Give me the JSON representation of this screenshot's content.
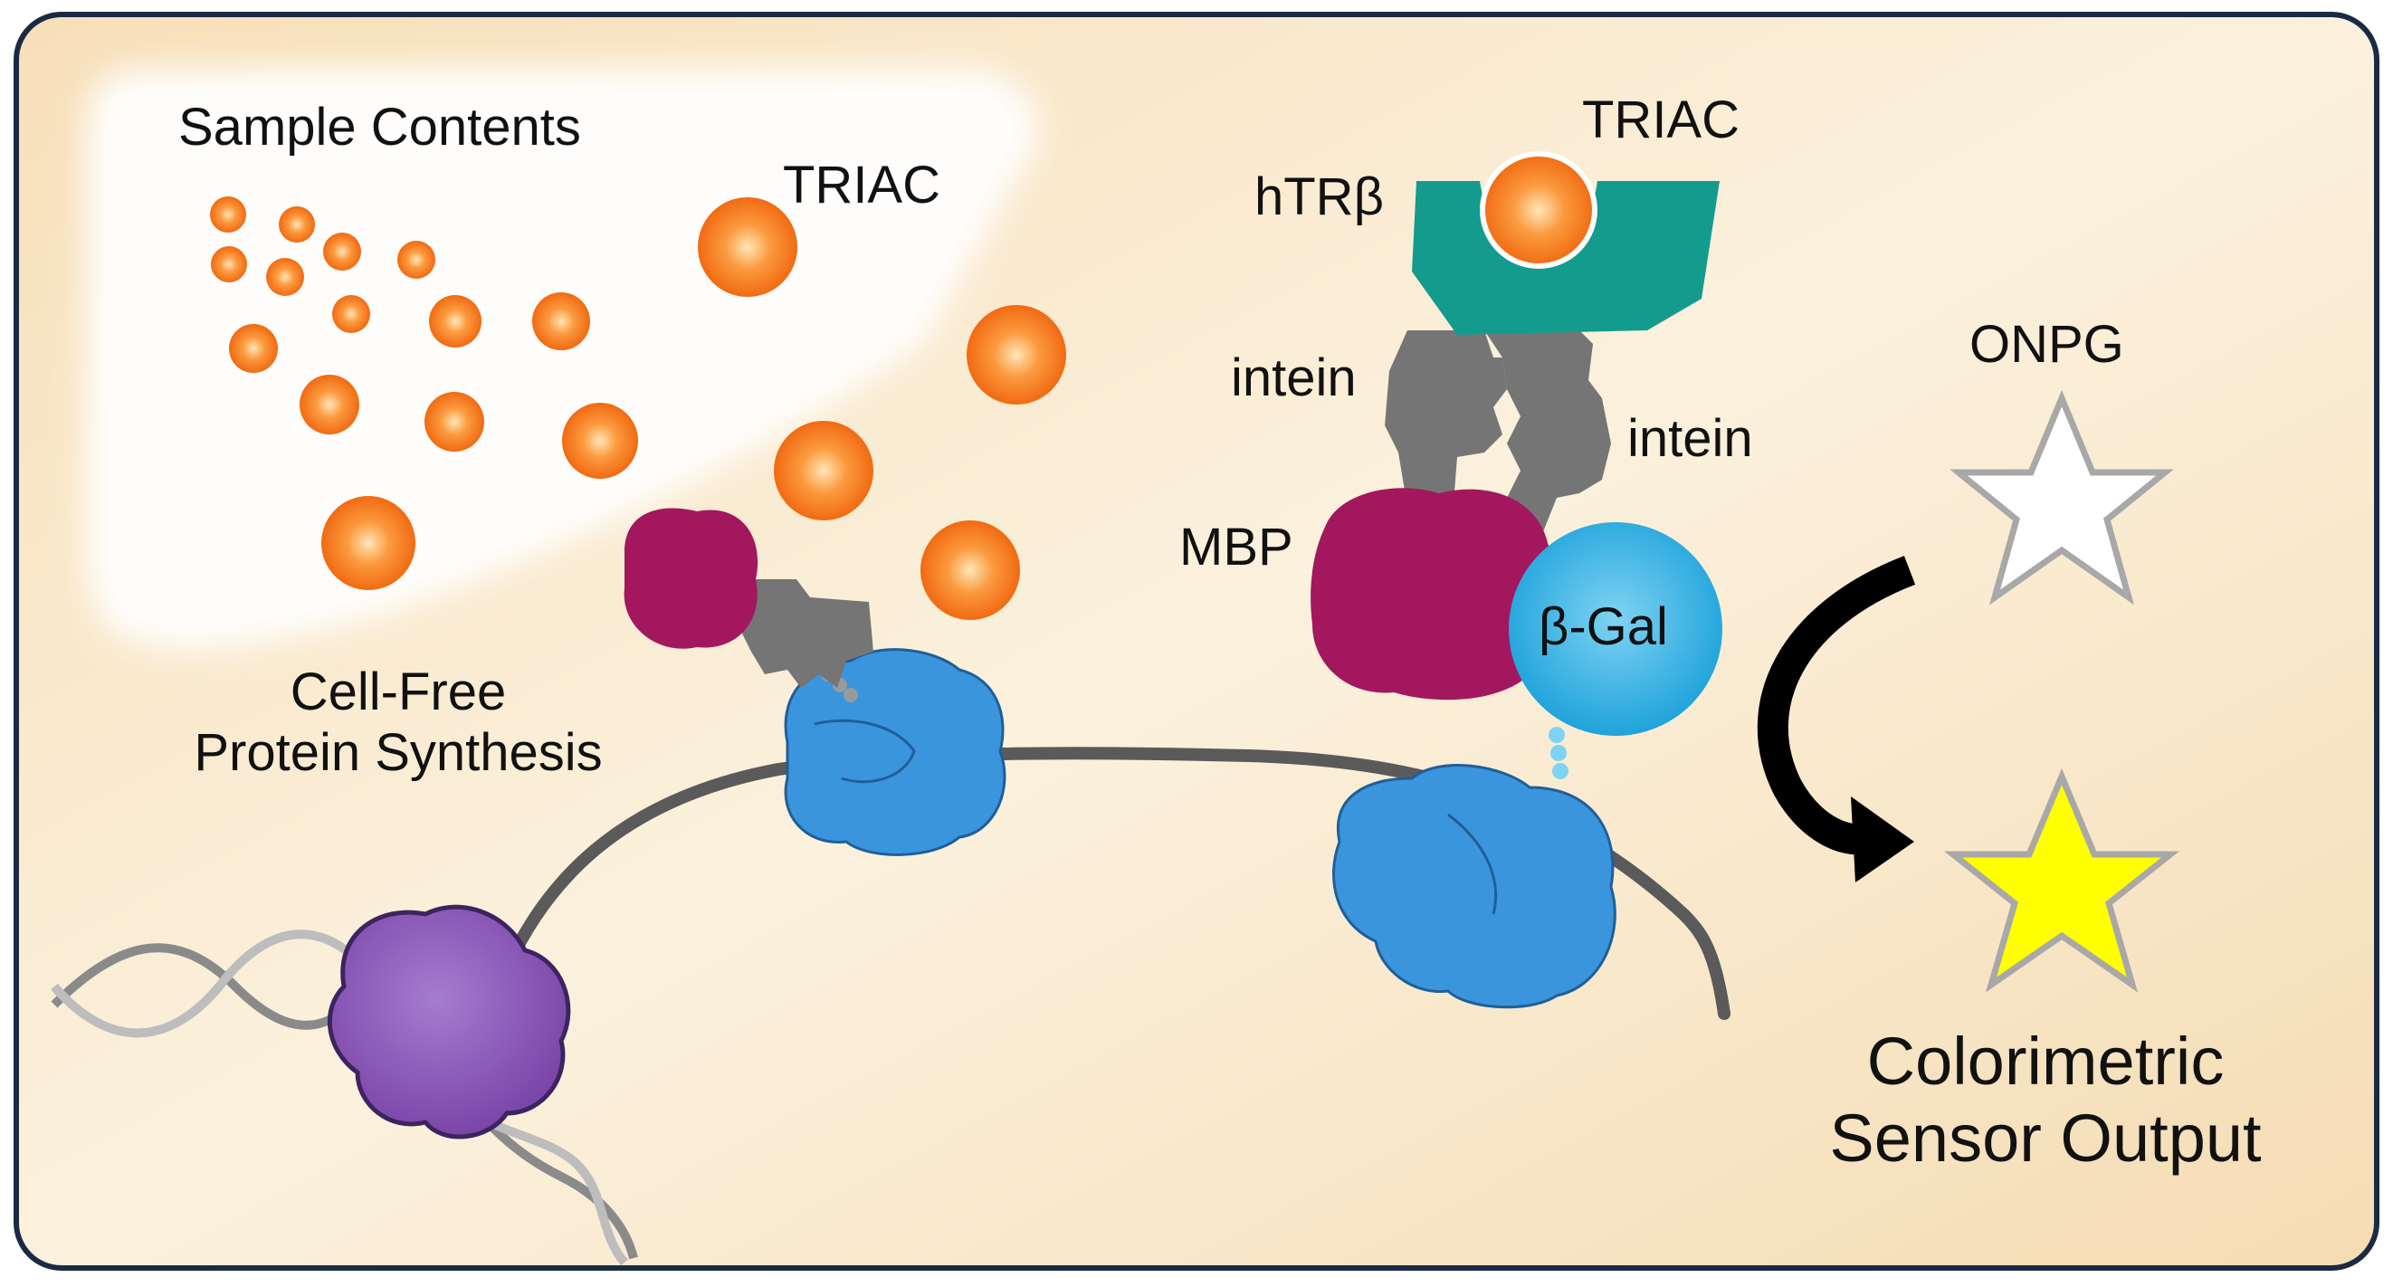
{
  "labels": {
    "sample_contents": "Sample Contents",
    "triac_free": "TRIAC",
    "triac_bound": "TRIAC",
    "htr_beta": "hTRβ",
    "intein_left": "intein",
    "intein_right": "intein",
    "mbp": "MBP",
    "beta_gal": "β-Gal",
    "onpg": "ONPG",
    "cfps_line1": "Cell-Free",
    "cfps_line2": "Protein Synthesis",
    "output_line1": "Colorimetric",
    "output_line2": "Sensor Output"
  },
  "colors": {
    "frame_border": "#1b2a44",
    "background_warm": "#f8e6c4",
    "sample_glow": "#ffffff",
    "triac_orange": "#f47b20",
    "triac_highlight": "#ffd9a0",
    "receptor_teal": "#139b8e",
    "intein_gray": "#757575",
    "mbp_magenta": "#a3175f",
    "beta_gal_blue": "#29a9e0",
    "ribosome_blue": "#3a95dd",
    "polymerase_purple": "#8a58b8",
    "mrna_gray": "#5a5a5a",
    "arrow_black": "#000000",
    "star_empty_fill": "#ffffff",
    "star_filled": "#ffff00",
    "star_outline": "#a8a8a8"
  },
  "icons": {
    "substrate": "empty-star-icon",
    "product": "yellow-star-icon",
    "conversion": "curved-arrow-icon"
  }
}
